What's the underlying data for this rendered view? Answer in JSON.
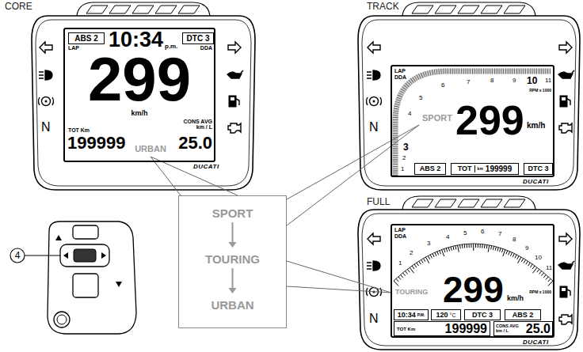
{
  "diagram": {
    "nodes": [
      {
        "text": [
          "CORE"
        ]
      },
      {
        "text": [
          "10:34",
          "p.m.",
          "LAP",
          "DDA",
          "299",
          "km/h",
          "TOT Km",
          "CONS AVG km / L",
          "199999",
          "25.0",
          "URBAN"
        ],
        "in": 0
      },
      {
        "text": [
          "ABS 2"
        ],
        "in": 1
      },
      {
        "text": [
          "DTC 3"
        ],
        "in": 1
      },
      {
        "text": [
          "TRACK"
        ]
      },
      {
        "text": [
          "LAP",
          "DDA",
          "1",
          "2",
          "3",
          "4",
          "5",
          "6",
          "7",
          "8",
          "9",
          "10",
          "11",
          "RPM x 1000",
          "SPORT",
          "299",
          "km/h"
        ],
        "in": 4
      },
      {
        "text": [
          "ABS 2"
        ],
        "in": 5
      },
      {
        "text": [
          "TOT",
          "km",
          "199999"
        ],
        "in": 5
      },
      {
        "text": [
          "DTC 3"
        ],
        "in": 5
      },
      {
        "text": [
          "FULL"
        ]
      },
      {
        "text": [
          "LAP",
          "DDA",
          "1",
          "2",
          "3",
          "4",
          "5",
          "6",
          "7",
          "8",
          "9",
          "10",
          "11",
          "RPM x 1000",
          "TOURING",
          "299",
          "km/h"
        ],
        "in": 9
      },
      {
        "text": [
          "10:34",
          "P.M."
        ],
        "in": 10
      },
      {
        "text": [
          "120",
          "°C"
        ],
        "in": 10
      },
      {
        "text": [
          "DTC 3"
        ],
        "in": 10
      },
      {
        "text": [
          "ABS 2"
        ],
        "in": 10
      },
      {
        "text": [
          "TOT Km",
          "199999"
        ],
        "in": 10
      },
      {
        "text": [
          "CONS AVG km / L",
          "25.0"
        ],
        "in": 10
      },
      {
        "text": [
          "SPORT",
          "TOURING",
          "URBAN"
        ]
      }
    ],
    "labels": [
      "N",
      "DUCATI",
      "4",
      "N",
      "DUCATI",
      "N",
      "DUCATI"
    ]
  }
}
